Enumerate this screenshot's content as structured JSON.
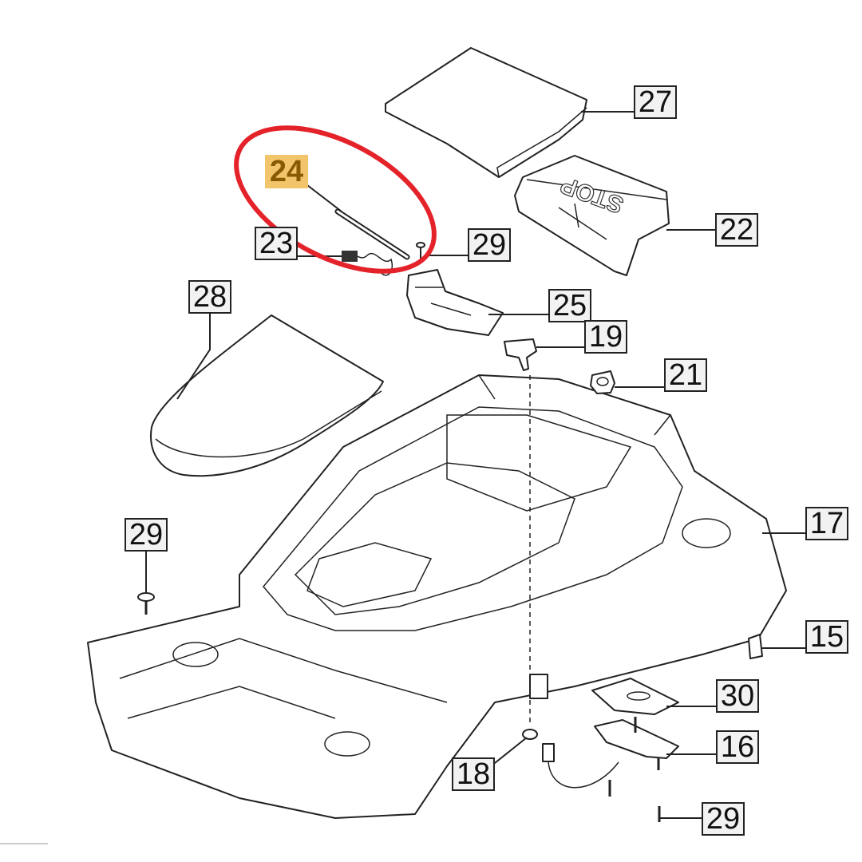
{
  "callouts": [
    {
      "id": "27",
      "label": "27",
      "part": "top-cover"
    },
    {
      "id": "24",
      "label": "24",
      "part": "pin",
      "highlighted": true
    },
    {
      "id": "22",
      "label": "22",
      "part": "stop-button-housing"
    },
    {
      "id": "23",
      "label": "23",
      "part": "spring"
    },
    {
      "id": "29a",
      "label": "29",
      "part": "screw"
    },
    {
      "id": "28",
      "label": "28",
      "part": "rear-cover"
    },
    {
      "id": "25",
      "label": "25",
      "part": "bracket"
    },
    {
      "id": "19",
      "label": "19",
      "part": "lever"
    },
    {
      "id": "21",
      "label": "21",
      "part": "nut"
    },
    {
      "id": "17",
      "label": "17",
      "part": "chassis-body"
    },
    {
      "id": "29b",
      "label": "29",
      "part": "screw"
    },
    {
      "id": "15",
      "label": "15",
      "part": "clip"
    },
    {
      "id": "30",
      "label": "30",
      "part": "gasket"
    },
    {
      "id": "16",
      "label": "16",
      "part": "sensor-board"
    },
    {
      "id": "18",
      "label": "18",
      "part": "magnet"
    },
    {
      "id": "29c",
      "label": "29",
      "part": "screw"
    }
  ],
  "stop_text": "STOP",
  "highlight_color": "#f3c56a",
  "circle_color": "#e4222a"
}
